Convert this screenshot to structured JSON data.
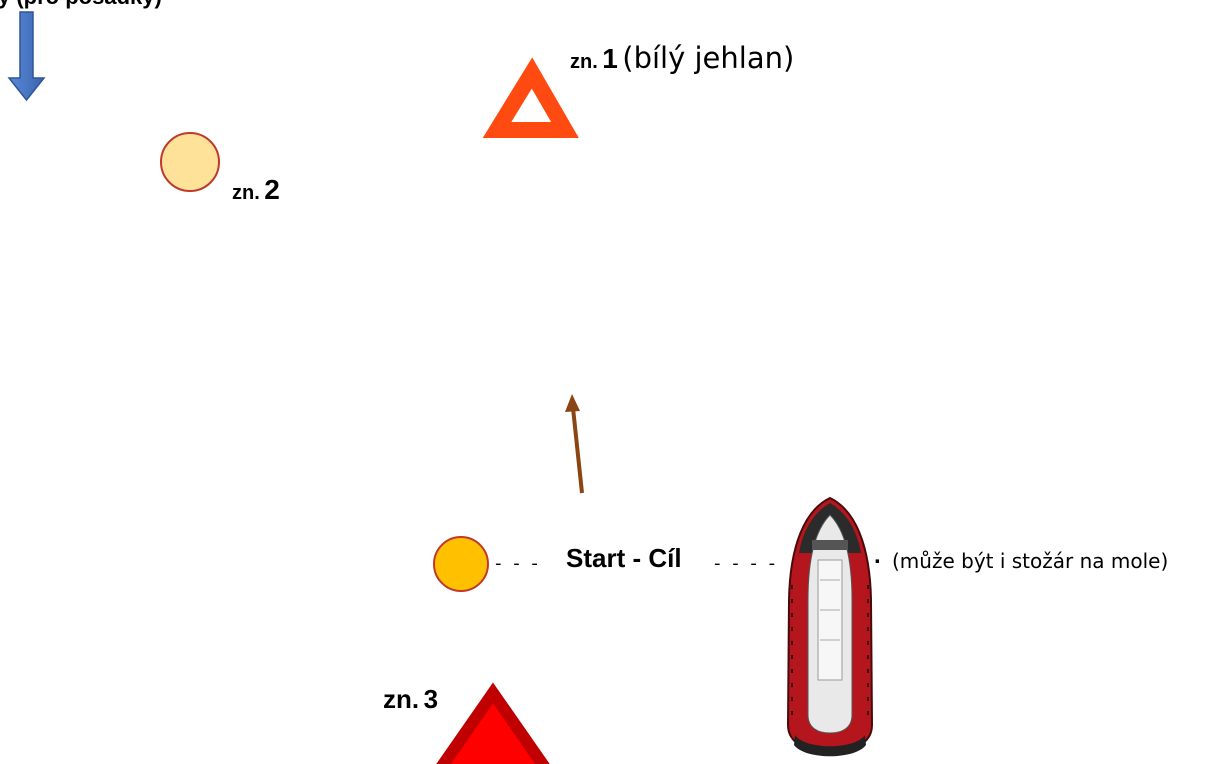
{
  "top_label": "y (pro posádky)",
  "mark1": {
    "prefix": "zn.",
    "number": "1",
    "description": "(bílý jehlan)"
  },
  "mark2": {
    "prefix": "zn.",
    "number": "2"
  },
  "mark3": {
    "prefix": "zn.",
    "number": "3"
  },
  "start_line": {
    "dash_left": "- - -",
    "label": "Start - Cíl",
    "dash_right": "- - - -",
    "dot": ".",
    "note": "(může být i stožár na mole)"
  },
  "icons": {
    "wind_arrow": "blue-down-arrow-icon",
    "course_arrow": "brown-up-arrow-icon",
    "mark1_shape": "orange-outline-triangle-icon",
    "mark2_shape": "light-yellow-circle-icon",
    "start_buoy": "yellow-circle-icon",
    "committee_boat": "red-inflatable-boat-icon",
    "mark3_shape": "red-filled-triangle-icon"
  },
  "colors": {
    "wind_arrow": "#4472c4",
    "course_arrow": "#8b4513",
    "mark1_stroke": "#ff4b12",
    "mark2_fill": "#ffe29a",
    "start_buoy_fill": "#ffc000",
    "buoy_stroke": "#c0392b",
    "mark3_fill": "#ff0000",
    "boat_body": "#b5161e"
  }
}
